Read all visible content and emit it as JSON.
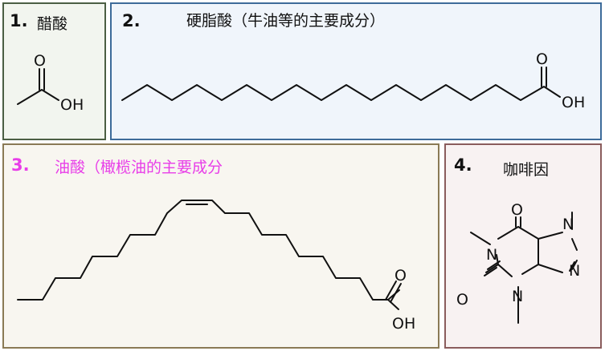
{
  "panels": [
    {
      "number": "1.",
      "name": "醋酸",
      "oxygen": "O",
      "hydroxyl": "OH"
    },
    {
      "number": "2.",
      "name": "硬脂酸（牛油等的主要成分）",
      "oxygen": "O",
      "hydroxyl": "OH"
    },
    {
      "number": "3.",
      "name": "油酸（橄榄油的主要成分",
      "oxygen": "O",
      "hydroxyl": "OH",
      "accent": "#e83ee8"
    },
    {
      "number": "4.",
      "name": "咖啡因",
      "oxygen_top": "O",
      "oxygen_left": "O",
      "n_top": "N",
      "n_left": "N",
      "n_bottom": "N",
      "n_right": "N"
    }
  ]
}
